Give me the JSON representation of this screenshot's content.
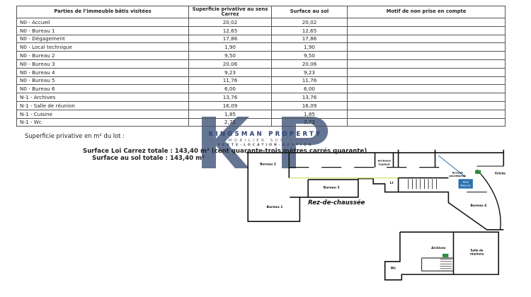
{
  "table": {
    "headers": [
      "Parties de l’immeuble bâtis visitées",
      "Superficie privative au sens Carrez",
      "Surface au sol",
      "Motif de non prise en compte"
    ],
    "rows": [
      [
        "N0 - Accueil",
        "20,02",
        "20,02",
        ""
      ],
      [
        "N0 - Bureau 1",
        "12,65",
        "12,65",
        ""
      ],
      [
        "N0 - Dégagement",
        "17,86",
        "17,86",
        ""
      ],
      [
        "N0 - Local technique",
        "1,90",
        "1,90",
        ""
      ],
      [
        "N0 - Bureau 2",
        "9,50",
        "9,50",
        ""
      ],
      [
        "N0 - Bureau 3",
        "20,06",
        "20,06",
        ""
      ],
      [
        "N0 - Bureau 4",
        "9,23",
        "9,23",
        ""
      ],
      [
        "N0 - Bureau 5",
        "11,76",
        "11,76",
        ""
      ],
      [
        "N0 - Bureau 6",
        "6,00",
        "6,00",
        ""
      ],
      [
        "N-1 - Archives",
        "13,76",
        "13,76",
        ""
      ],
      [
        "N-1 - Salle de réunion",
        "16,09",
        "16,09",
        ""
      ],
      [
        "N-1 - Cuisine",
        "1,85",
        "1,85",
        ""
      ],
      [
        "N-1 - Wc",
        "2,72",
        "2,72",
        ""
      ]
    ]
  },
  "summary": {
    "lot_label": "Superficie privative en m² du lot :",
    "carrez_total": "Surface Loi Carrez totale : 143,40 m² (cent quarante-trois mètres carrés quarante)",
    "sol_total": "Surface au sol totale : 143,40 m²"
  },
  "logo": {
    "letters": [
      "K",
      "P"
    ],
    "name": "KINGSMAN PROPERTY",
    "tagline": "L'IMMOBILIER SUR MESURE",
    "services": "VENTE-LOCATION-GESTION",
    "color": "#3e547a"
  },
  "plan": {
    "floor_label": "Rez-de-chaussée",
    "rooms": {
      "bureau2": "Bureau 2",
      "archives_copieur_1": "Archives",
      "archives_copieur_2": "Copieur",
      "accueil_1": "Accueil",
      "accueil_2": "secrétariat",
      "entree": "Entrée",
      "lt": "Lt",
      "bureau3": "Bureau 3",
      "bureau1": "Bureau 1",
      "bureau4": "Bureau 4",
      "archives": "Archives",
      "salle_1": "Salle de",
      "salle_2": "réunions",
      "wc": "Wc",
      "vous_1": "vous",
      "vous_2": "êtes ici"
    },
    "you_are_here_color": "#2a6fb0",
    "exit_sign_color": "#2e8b3e"
  }
}
